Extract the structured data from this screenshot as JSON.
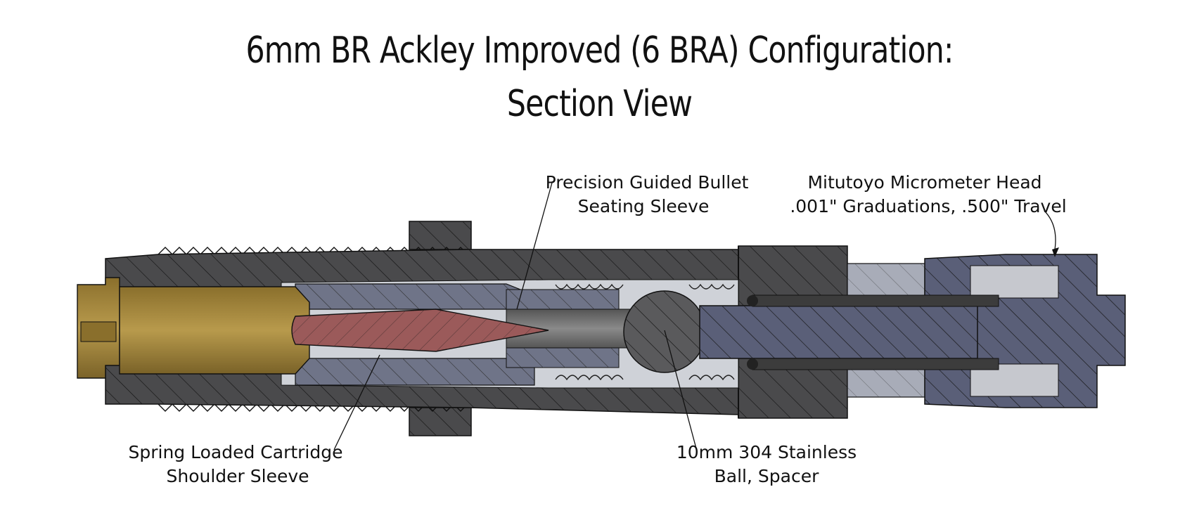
{
  "title": {
    "line1": "6mm BR Ackley Improved (6 BRA) Configuration:",
    "line2": "Section View"
  },
  "callouts": {
    "seating_sleeve": {
      "line1": "Precision Guided Bullet",
      "line2": "Seating Sleeve"
    },
    "micrometer": {
      "line1": "Mitutoyo Micrometer Head",
      "line2": ".001\" Graduations, .500\" Travel"
    },
    "shoulder_sleeve": {
      "line1": "Spring Loaded Cartridge",
      "line2": "Shoulder Sleeve"
    },
    "ball": {
      "line1": "10mm 304 Stainless",
      "line2": "Ball, Spacer"
    }
  },
  "colors": {
    "die_body": "#4a4a4c",
    "sleeve": "#6f7488",
    "brass": "#a8893a",
    "bullet": "#9b5a5a",
    "micrometer": "#5a5f78",
    "spindle_rod": "#3c3c3c",
    "hatch": "#1a1a1a",
    "leader": "#111111"
  }
}
